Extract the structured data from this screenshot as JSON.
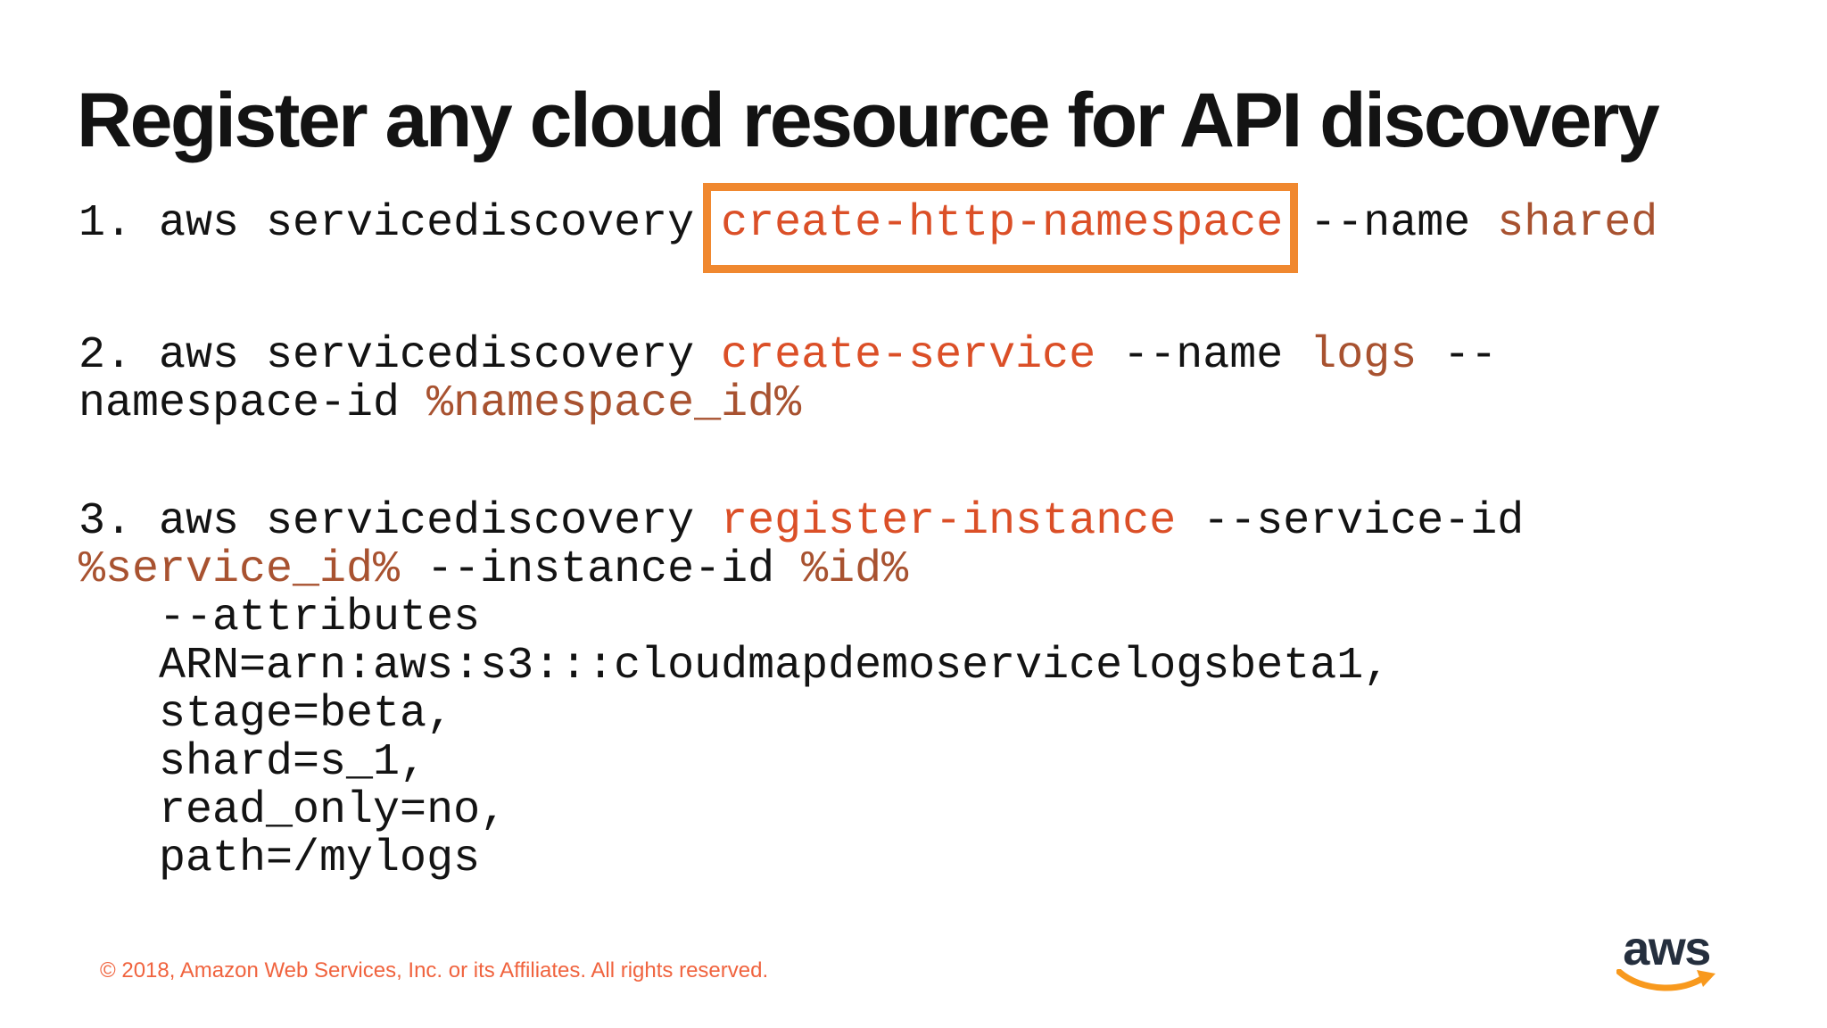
{
  "slide": {
    "title": "Register any cloud resource for API discovery",
    "footer": "© 2018, Amazon Web Services, Inc. or its Affiliates. All rights reserved.",
    "logo": {
      "text": "aws",
      "icon": "amazon-smile-arrow-icon",
      "text_color": "#252F3E",
      "swoosh_color": "#F8991D"
    },
    "colors": {
      "background": "#FFFFFF",
      "title": "#131313",
      "code": "#131313",
      "command": "#DB4F27",
      "value": "#A85230",
      "highlight_box": "#F0882F",
      "footer": "#F0633E"
    }
  },
  "code_blocks": [
    {
      "name": "step-1-create-http-namespace",
      "rows": [
        {
          "segments": [
            {
              "text": "1. aws servicediscovery ",
              "style": "plain"
            },
            {
              "text": "create-http-namespace",
              "style": "command",
              "boxed": true
            },
            {
              "text": " --name ",
              "style": "plain"
            },
            {
              "text": "shared",
              "style": "value"
            }
          ]
        }
      ]
    },
    {
      "name": "step-2-create-service",
      "rows": [
        {
          "segments": [
            {
              "text": "2. aws servicediscovery ",
              "style": "plain"
            },
            {
              "text": "create-service",
              "style": "command"
            },
            {
              "text": " --name ",
              "style": "plain"
            },
            {
              "text": "logs",
              "style": "value"
            },
            {
              "text": " --",
              "style": "plain"
            }
          ]
        },
        {
          "segments": [
            {
              "text": "namespace-id ",
              "style": "plain"
            },
            {
              "text": "%namespace_id%",
              "style": "value"
            }
          ]
        }
      ]
    },
    {
      "name": "step-3-register-instance",
      "rows": [
        {
          "segments": [
            {
              "text": "3. aws servicediscovery ",
              "style": "plain"
            },
            {
              "text": "register-instance",
              "style": "command"
            },
            {
              "text": " --service-id",
              "style": "plain"
            }
          ]
        },
        {
          "segments": [
            {
              "text": "%service_id%",
              "style": "value"
            },
            {
              "text": " --instance-id ",
              "style": "plain"
            },
            {
              "text": "%id%",
              "style": "value"
            }
          ]
        },
        {
          "segments": [
            {
              "text": "   --attributes",
              "style": "plain"
            }
          ]
        },
        {
          "segments": [
            {
              "text": "   ARN=arn:aws:s3:::cloudmapdemoservicelogsbeta1,",
              "style": "plain"
            }
          ]
        },
        {
          "segments": [
            {
              "text": "   stage=beta,",
              "style": "plain"
            }
          ]
        },
        {
          "segments": [
            {
              "text": "   shard=s_1,",
              "style": "plain"
            }
          ]
        },
        {
          "segments": [
            {
              "text": "   read_only=no,",
              "style": "plain"
            }
          ]
        },
        {
          "segments": [
            {
              "text": "   path=/mylogs",
              "style": "plain"
            }
          ]
        }
      ]
    }
  ]
}
